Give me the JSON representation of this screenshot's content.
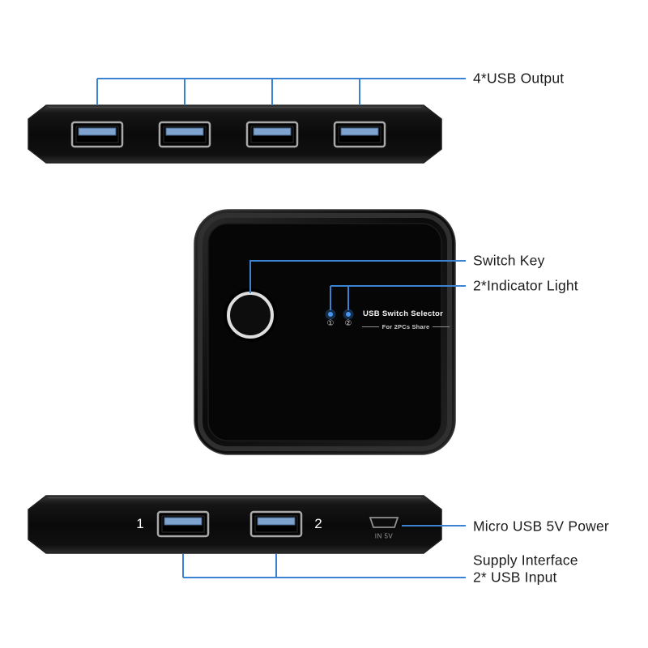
{
  "callouts": {
    "usb_output": "4*USB Output",
    "switch_key": "Switch Key",
    "indicator_light": "2*Indicator Light",
    "power_line1": "Micro USB 5V Power",
    "power_line2": "Supply Interface",
    "usb_input": "2* USB Input"
  },
  "device_face": {
    "title": "USB Switch Selector",
    "subtitle": "For 2PCs Share",
    "indicator_1": "①",
    "indicator_2": "②"
  },
  "bottom_panel": {
    "port_1": "1",
    "port_2": "2",
    "power_port": "IN 5V"
  },
  "colors": {
    "callout": "#3b82d0",
    "usb_tongue": "#7fa3cf",
    "indicator_light": "#4695f2"
  }
}
